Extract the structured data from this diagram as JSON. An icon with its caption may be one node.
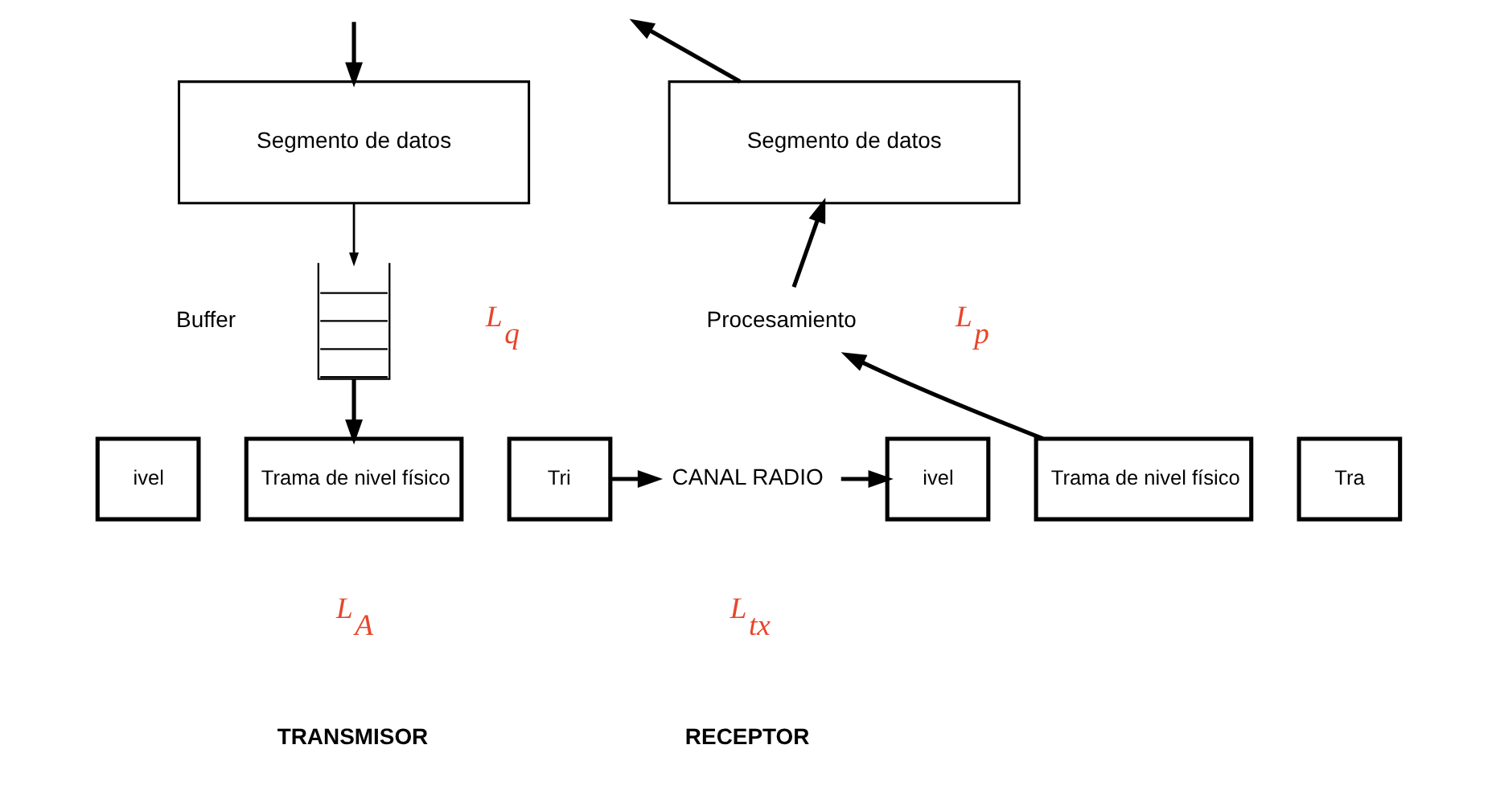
{
  "diagram": {
    "nodes": [
      {
        "text": [
          "Segmento de datos"
        ]
      },
      {
        "text": [],
        "shape": "box",
        "beside": [
          "Buffer",
          "L$_{q}$"
        ]
      },
      {
        "text": [
          "ivel"
        ]
      },
      {
        "text": [
          "Trama de nivel físico"
        ],
        "beside": [
          "L$_{A}$"
        ]
      },
      {
        "text": [
          "Tri"
        ]
      },
      {
        "text": [
          "CANAL RADIO"
        ],
        "beside": [
          "L$_{tx}$"
        ]
      },
      {
        "text": [
          "ivel"
        ]
      },
      {
        "text": [
          "Trama de nivel físico"
        ]
      },
      {
        "text": [
          "Tra"
        ]
      },
      {
        "text": [
          "Procesamiento"
        ],
        "beside": [
          "L$_{p}$"
        ]
      },
      {
        "text": [
          "Segmento de datos"
        ]
      }
    ],
    "edges": [
      {
        "from": null,
        "to": 0,
        "arrow": "to"
      },
      {
        "from": 0,
        "to": 1,
        "arrow": "to"
      },
      {
        "from": 1,
        "to": 3,
        "arrow": "to"
      },
      {
        "from": 4,
        "to": 5,
        "arrow": "to"
      },
      {
        "from": 5,
        "to": 6,
        "arrow": "to"
      },
      {
        "from": 7,
        "to": 9,
        "arrow": "to"
      },
      {
        "from": 9,
        "to": 10,
        "arrow": "to"
      },
      {
        "from": 10,
        "to": null,
        "arrow": "to"
      }
    ],
    "labels": [
      "TRANSMISOR",
      "RECEPTOR"
    ]
  }
}
